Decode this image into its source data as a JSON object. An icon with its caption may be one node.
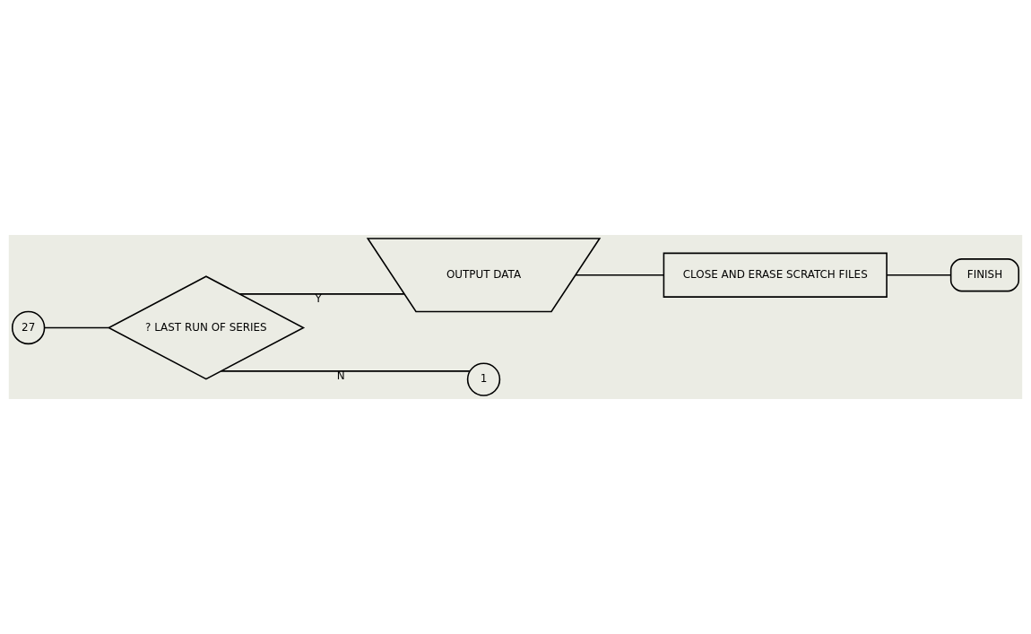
{
  "diagram": {
    "nodes": [
      {
        "text": [
          "27"
        ]
      },
      {
        "text": [
          "? LAST RUN OF SERIES"
        ]
      },
      {
        "text": [
          "OUTPUT DATA"
        ]
      },
      {
        "text": [
          "CLOSE AND ERASE SCRATCH FILES"
        ]
      },
      {
        "text": [
          "FINISH"
        ]
      },
      {
        "text": [
          "1"
        ]
      }
    ],
    "edges": [
      {
        "from": 0,
        "to": 1,
        "arrow": "none"
      },
      {
        "from": 1,
        "to": 2,
        "arrow": "none",
        "label": "Y"
      },
      {
        "from": 2,
        "to": 3,
        "arrow": "none"
      },
      {
        "from": 3,
        "to": 4,
        "arrow": "none"
      },
      {
        "from": 1,
        "to": 5,
        "arrow": "none",
        "label": "N"
      }
    ]
  }
}
